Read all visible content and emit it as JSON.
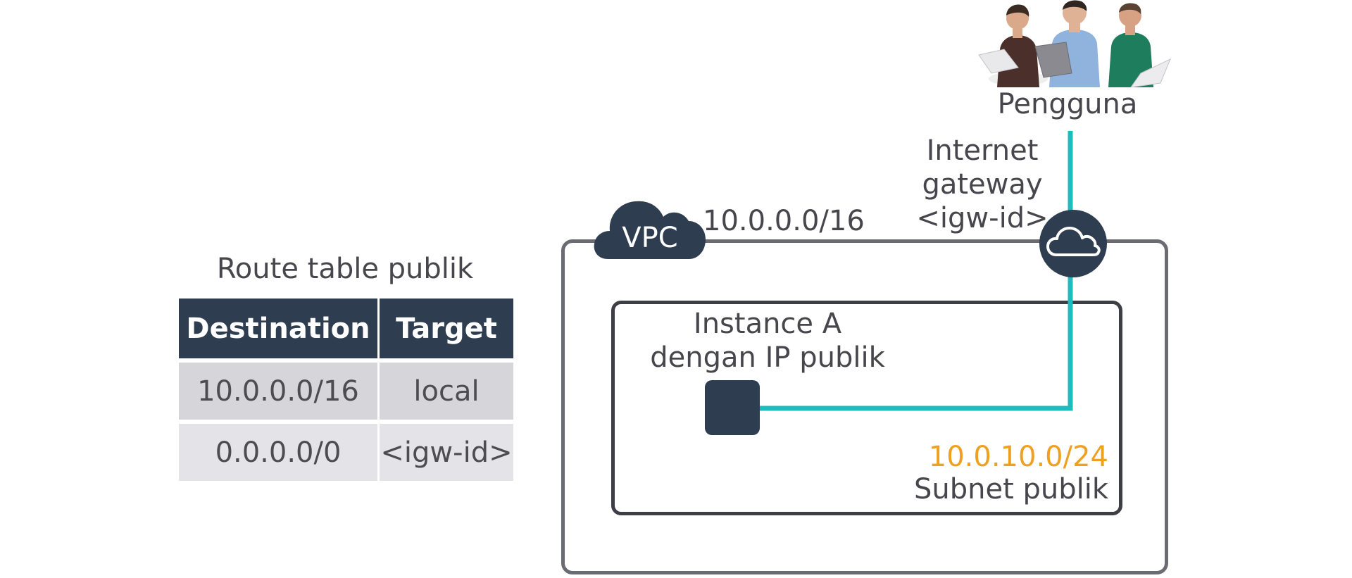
{
  "route_table": {
    "title": "Route table publik",
    "headers": [
      "Destination",
      "Target"
    ],
    "rows": [
      [
        "10.0.0.0/16",
        "local"
      ],
      [
        "0.0.0.0/0",
        "<igw-id>"
      ]
    ]
  },
  "vpc": {
    "label": "VPC",
    "cidr": "10.0.0.0/16"
  },
  "internet_gateway": {
    "label_lines": [
      "Internet",
      "gateway",
      "<igw-id>"
    ],
    "icon": "cloud-icon"
  },
  "users": {
    "label": "Pengguna",
    "icon": "people-photo"
  },
  "subnet": {
    "cidr": "10.0.10.0/24",
    "name": "Subnet publik"
  },
  "instance": {
    "label_lines": [
      "Instance A",
      "dengan IP publik"
    ]
  },
  "colors": {
    "dark_navy": "#2e3d4f",
    "connector_teal": "#1ebcbc",
    "cidr_orange": "#f0a020",
    "vpc_border": "#6b6b72",
    "subnet_border": "#3e3e46"
  }
}
